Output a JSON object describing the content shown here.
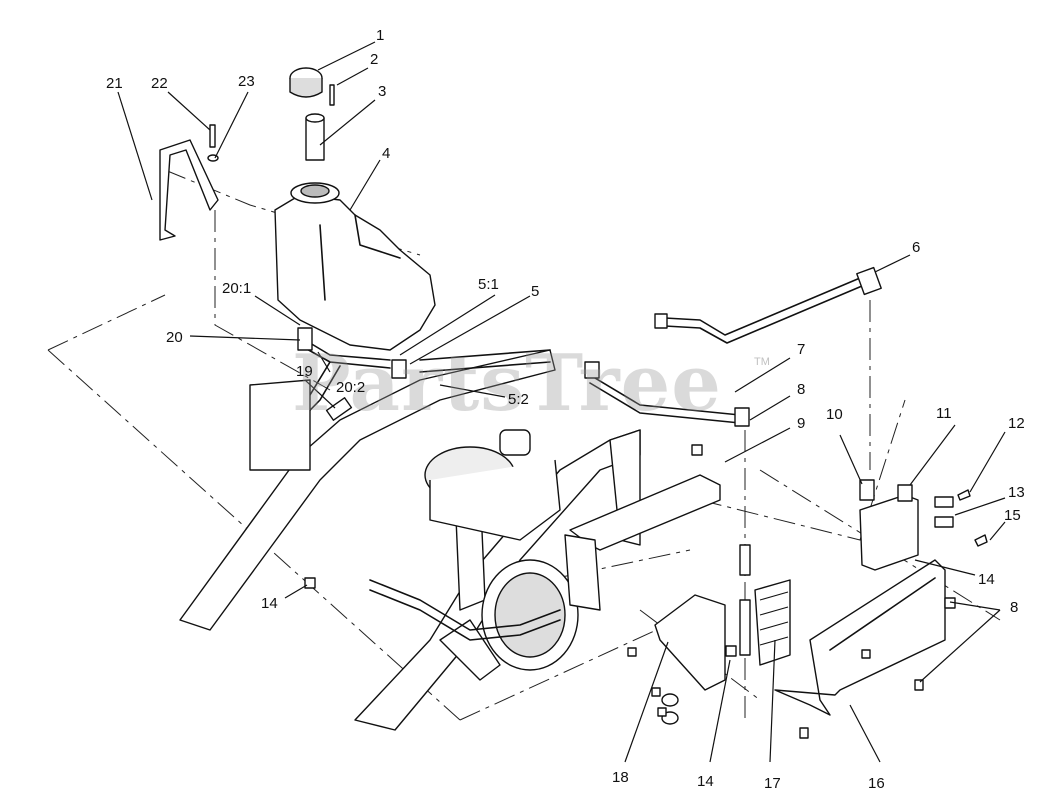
{
  "watermark": {
    "text": "PartsTree",
    "trademark": "TM"
  },
  "callouts": [
    {
      "id": "c1",
      "text": "1"
    },
    {
      "id": "c2",
      "text": "2"
    },
    {
      "id": "c3",
      "text": "3"
    },
    {
      "id": "c4",
      "text": "4"
    },
    {
      "id": "c5",
      "text": "5"
    },
    {
      "id": "c5-1",
      "text": "5:1"
    },
    {
      "id": "c5-2",
      "text": "5:2"
    },
    {
      "id": "c6",
      "text": "6"
    },
    {
      "id": "c7",
      "text": "7"
    },
    {
      "id": "c8a",
      "text": "8"
    },
    {
      "id": "c8b",
      "text": "8"
    },
    {
      "id": "c9",
      "text": "9"
    },
    {
      "id": "c10",
      "text": "10"
    },
    {
      "id": "c11",
      "text": "11"
    },
    {
      "id": "c12",
      "text": "12"
    },
    {
      "id": "c13",
      "text": "13"
    },
    {
      "id": "c14a",
      "text": "14"
    },
    {
      "id": "c14b",
      "text": "14"
    },
    {
      "id": "c14c",
      "text": "14"
    },
    {
      "id": "c15",
      "text": "15"
    },
    {
      "id": "c16",
      "text": "16"
    },
    {
      "id": "c17",
      "text": "17"
    },
    {
      "id": "c18",
      "text": "18"
    },
    {
      "id": "c19",
      "text": "19"
    },
    {
      "id": "c20",
      "text": "20"
    },
    {
      "id": "c20-1",
      "text": "20:1"
    },
    {
      "id": "c20-2",
      "text": "20:2"
    },
    {
      "id": "c21",
      "text": "21"
    },
    {
      "id": "c22",
      "text": "22"
    },
    {
      "id": "c23",
      "text": "23"
    }
  ]
}
